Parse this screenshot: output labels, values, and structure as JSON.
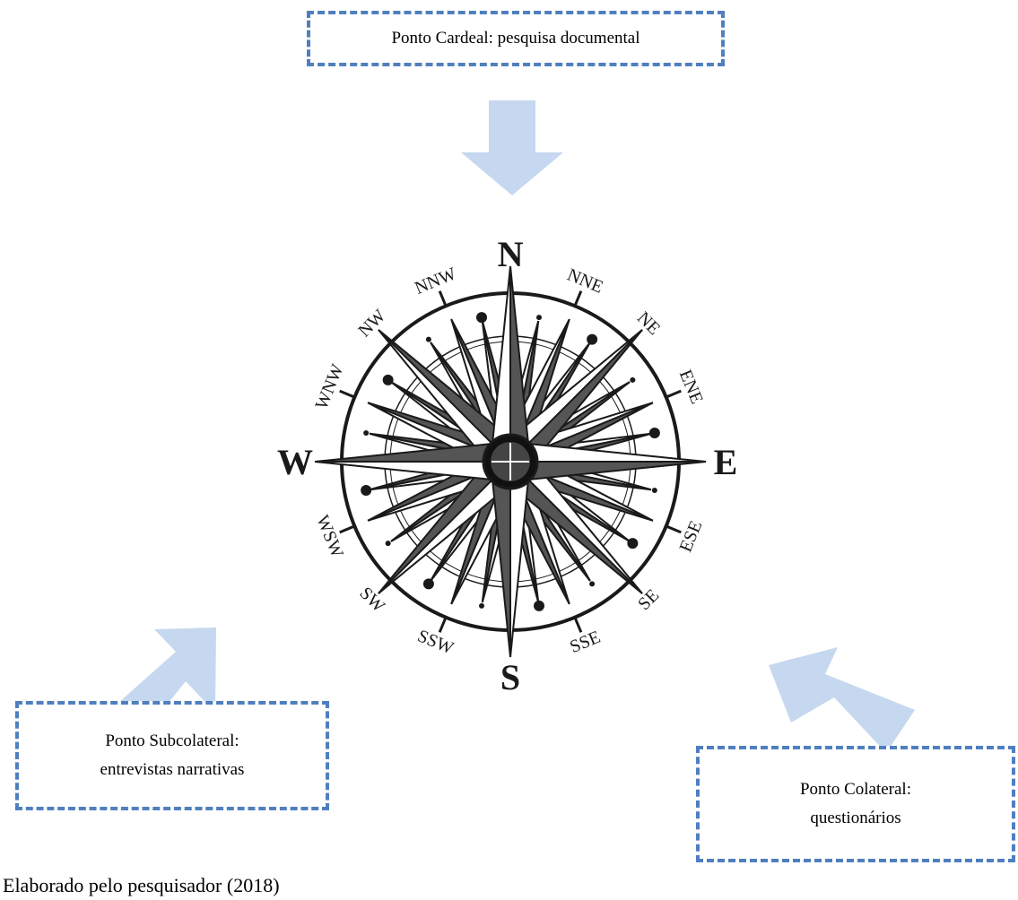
{
  "boxes": {
    "top": {
      "line1": "Ponto Cardeal: pesquisa documental"
    },
    "left": {
      "line1": "Ponto Subcolateral:",
      "line2": "entrevistas narrativas"
    },
    "right": {
      "line1": "Ponto Colateral:",
      "line2": "questionários"
    }
  },
  "caption": "Elaborado pelo pesquisador (2018)",
  "compass": {
    "cardinals": [
      "N",
      "E",
      "S",
      "W"
    ],
    "points": [
      "NNE",
      "NE",
      "ENE",
      "ESE",
      "SE",
      "SSE",
      "SSW",
      "SW",
      "WSW",
      "WNW",
      "NW",
      "NNW"
    ]
  },
  "colors": {
    "box_border": "#4f7fbf",
    "arrow": "#c5d8ef",
    "ink": "#1a1a1a"
  }
}
